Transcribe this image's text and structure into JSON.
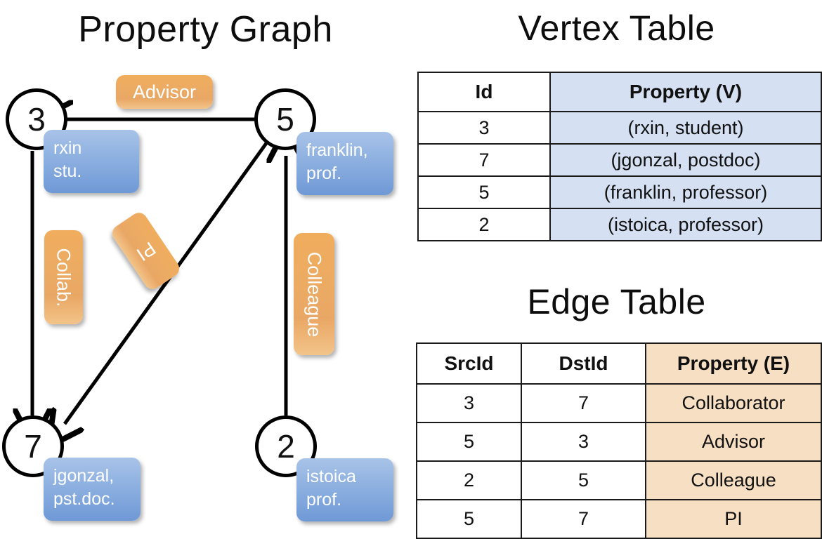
{
  "titles": {
    "property_graph": "Property Graph",
    "vertex_table": "Vertex Table",
    "edge_table": "Edge Table"
  },
  "graph": {
    "nodes": [
      {
        "id": "3",
        "property_lines": [
          "rxin",
          "stu."
        ]
      },
      {
        "id": "5",
        "property_lines": [
          "franklin,",
          "prof."
        ]
      },
      {
        "id": "7",
        "property_lines": [
          "jgonzal,",
          "pst.doc."
        ]
      },
      {
        "id": "2",
        "property_lines": [
          "istoica",
          "prof."
        ]
      }
    ],
    "edge_labels": [
      {
        "name": "advisor",
        "text": "Advisor",
        "orientation": "horizontal"
      },
      {
        "name": "collaborator",
        "text": "Collab.",
        "orientation": "vertical"
      },
      {
        "name": "pi",
        "text": "PI",
        "orientation": "diagonal"
      },
      {
        "name": "colleague",
        "text": "Colleague",
        "orientation": "vertical"
      }
    ],
    "edges": [
      {
        "from": "5",
        "to": "3",
        "label": "Advisor"
      },
      {
        "from": "3",
        "to": "7",
        "label": "Collab."
      },
      {
        "from": "5",
        "to": "7",
        "label": "PI"
      },
      {
        "from": "2",
        "to": "5",
        "label": "Colleague"
      }
    ]
  },
  "vertex_table": {
    "headers": [
      "Id",
      "Property (V)"
    ],
    "rows": [
      {
        "id": "3",
        "property": "(rxin, student)"
      },
      {
        "id": "7",
        "property": "(jgonzal, postdoc)"
      },
      {
        "id": "5",
        "property": "(franklin, professor)"
      },
      {
        "id": "2",
        "property": "(istoica, professor)"
      }
    ]
  },
  "edge_table": {
    "headers": [
      "SrcId",
      "DstId",
      "Property (E)"
    ],
    "rows": [
      {
        "src": "3",
        "dst": "7",
        "property": "Collaborator"
      },
      {
        "src": "5",
        "dst": "3",
        "property": "Advisor"
      },
      {
        "src": "2",
        "dst": "5",
        "property": "Colleague"
      },
      {
        "src": "5",
        "dst": "7",
        "property": "PI"
      }
    ]
  },
  "colors": {
    "vertex_property_fill": "#d5e0f2",
    "edge_property_fill": "#f7dfc4",
    "bubble_blue": "#8db0e0",
    "bubble_orange": "#ecab63",
    "stroke": "#000000",
    "background": "#ffffff"
  }
}
